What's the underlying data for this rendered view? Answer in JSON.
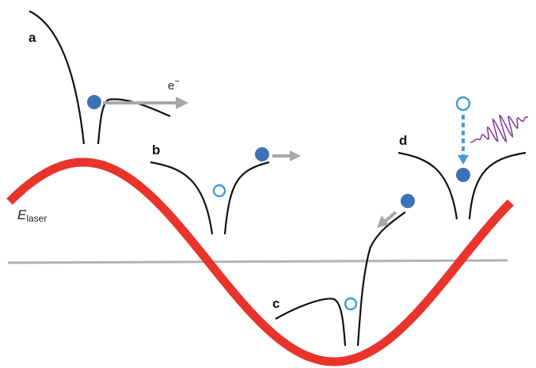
{
  "colors": {
    "laser_wave": "#e8342b",
    "baseline": "#b3b3b3",
    "potential": "#111111",
    "electron": "#3d72b8",
    "hole_stroke": "#3d9ad6",
    "arrow_gray": "#a9a9a9",
    "dashed_arrow": "#4a9ad8",
    "emission_wave": "#8a3fa0"
  },
  "labels": {
    "panel_a": "a",
    "panel_b": "b",
    "panel_c": "c",
    "panel_d": "d",
    "electron": "e",
    "electron_sup": "−",
    "laser_field_main": "E",
    "laser_field_sub": "laser"
  },
  "icons": {
    "electron": "filled-circle",
    "hole": "open-circle",
    "emission": "wavy-photon"
  }
}
